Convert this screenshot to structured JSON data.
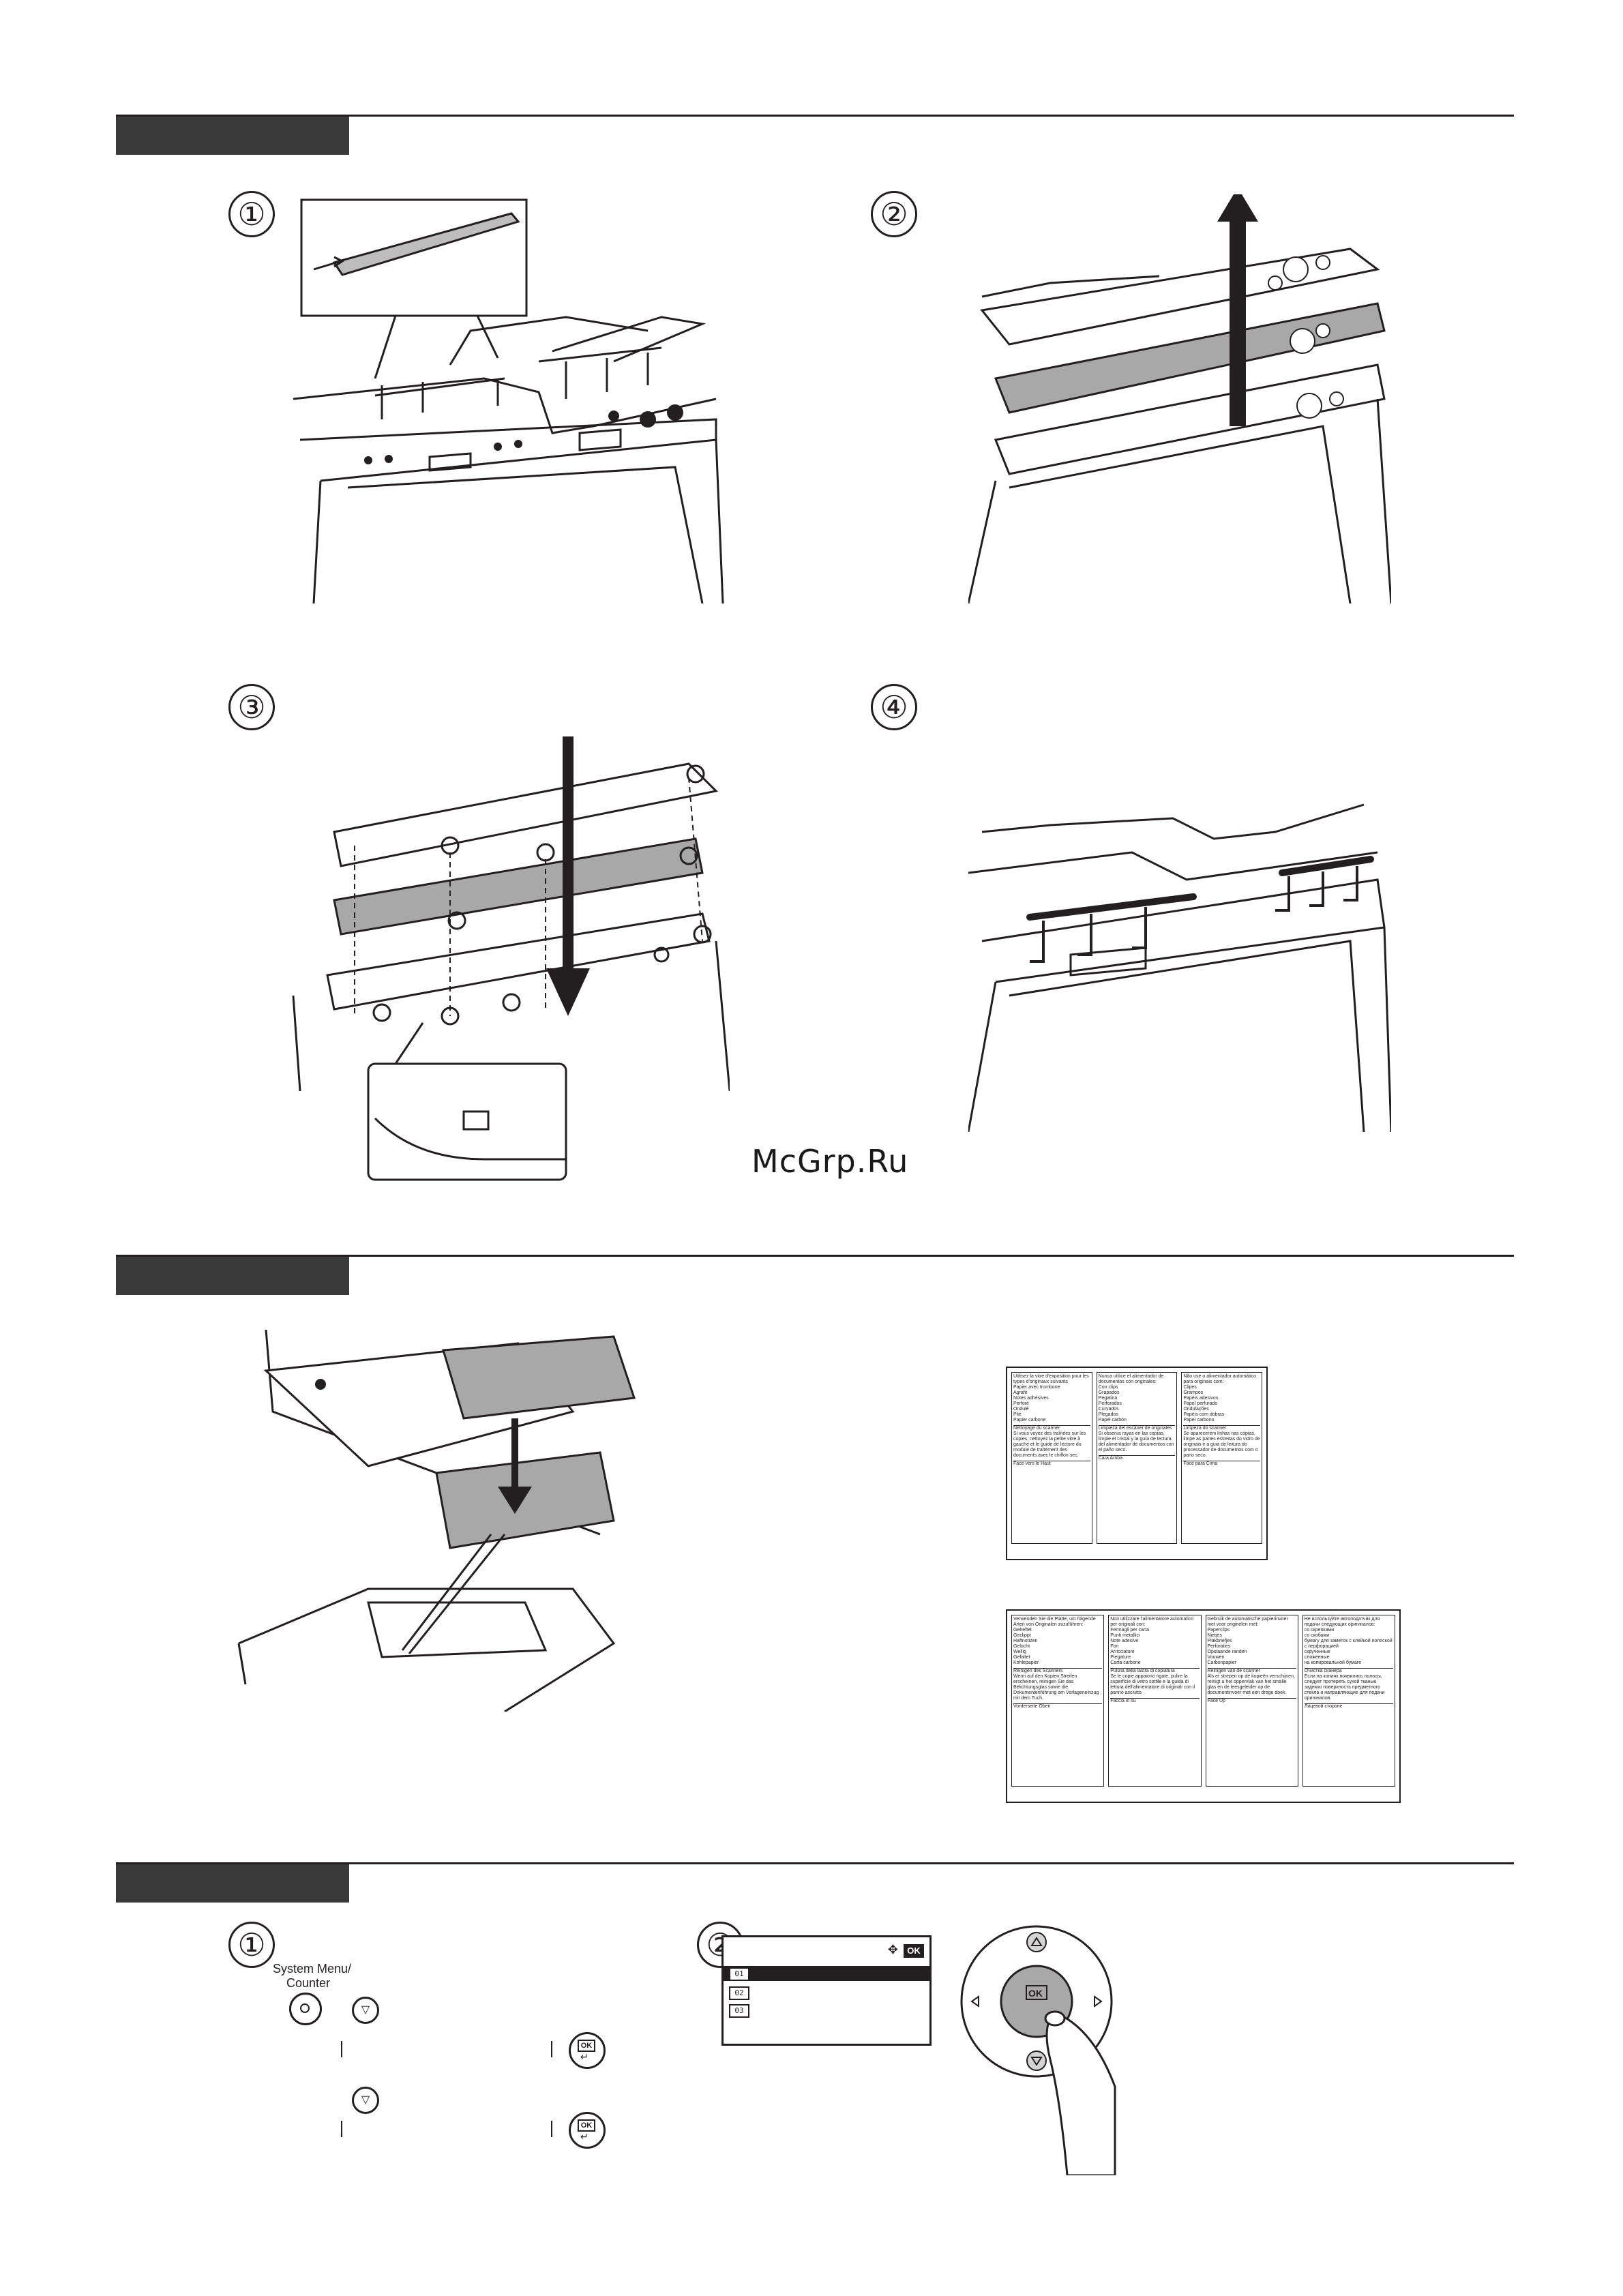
{
  "sections": [
    {
      "id": "s1"
    },
    {
      "id": "s2"
    },
    {
      "id": "s3"
    }
  ],
  "steps": {
    "s1_1": "①",
    "s1_2": "②",
    "s1_3": "③",
    "s1_4": "④",
    "s3_1": "①",
    "s3_2": "②"
  },
  "watermark": "McGrp.Ru",
  "panel": {
    "system_menu_label": "System Menu/",
    "counter_label": "Counter",
    "ok_label": "OK"
  },
  "lcd": {
    "items": [
      "01",
      "02",
      "03"
    ],
    "ok": "OK"
  },
  "cards": {
    "card1": {
      "columns": [
        {
          "a_text": "Utilisez la vitre d'exposition pour les types d'originaux suivants",
          "list": [
            "Papier avec trombone",
            "Agrafé",
            "Notes adhésives",
            "Perforé",
            "Ondulé",
            "Plié",
            "Papier carbone"
          ],
          "b_title": "Nettoyage du scanner",
          "b_text": "Si vous voyez des traînées sur les copies, nettoyez la petite vitre à gauche et le guide de lecture du module de traitement des documents avec le chiffon sec.",
          "c_text": "Face vers le Haut"
        },
        {
          "a_text": "Nunca utilice el alimentador de documentos con originales:",
          "list": [
            "Con clips",
            "Grapados",
            "Pegatina",
            "Perforados",
            "Curvados",
            "Plegados",
            "Papel carbón"
          ],
          "b_title": "Limpieza del escáner de originales",
          "b_text": "Si observa rayas en las copias, limpie el cristal y la guía de lectura del alimentador de documentos con el paño seco.",
          "c_text": "Cara Arriba"
        },
        {
          "a_text": "Não use o alimentador automático para originais com:",
          "list": [
            "Clipes",
            "Grampos",
            "Papéis adesivos",
            "Papel perfurado",
            "Ondulações",
            "Papéis com dobras",
            "Papel carbono"
          ],
          "b_title": "Limpeza do scanner",
          "b_text": "Se aparecerem linhas nas cópias, limpe as partes estreitas do vidro de originais e a guia de leitura do processador de documentos com o pano seco.",
          "c_text": "Face para Cima"
        }
      ]
    },
    "card2": {
      "columns": [
        {
          "a_text": "Verwenden Sie die Platte, um folgende Arten von Originalen zuzuführen:",
          "list": [
            "Geheftet",
            "Geclippt",
            "Haftnotizen",
            "Gelocht",
            "Wellig",
            "Gefaltet",
            "Kohlepapier"
          ],
          "b_title": "Reinigen des Scanners",
          "b_text": "Wenn auf den Kopien Streifen erscheinen, reinigen Sie das Belichtungsglas sowie die Dokumentenführung am Vorlageneinzug mit dem Tuch.",
          "c_text": "Vorderseite Oben"
        },
        {
          "a_text": "Non utilizzare l'alimentatore automatico per originali con:",
          "list": [
            "Fermagli per carta",
            "Punti metallici",
            "Note adesive",
            "Fori",
            "Arricciature",
            "Piegature",
            "Carta carbone"
          ],
          "b_title": "Pulizia della lastra di copiatura",
          "b_text": "Se le copie appaiono rigate, pulire la superficie di vetro sottile e la guida di lettura dell'alimentatore di originali con il panno asciutto.",
          "c_text": "Faccia in su"
        },
        {
          "a_text": "Gebruik de automatische papierinvoer niet voor originelen met:",
          "list": [
            "Paperclips",
            "Nietjes",
            "Plakbriefjes",
            "Perforaties",
            "Opstaande randen",
            "Vouwen",
            "Carbonpapier"
          ],
          "b_title": "Reinigen van de scanner",
          "b_text": "Als er strepen op de kopieën verschijnen, reinigt u het oppervlak van het smalle glas en de leesgeleider op de documentinvoer met een droge doek.",
          "c_text": "Face Up"
        },
        {
          "a_text": "Не используйте автоподатчик для подачи следующих оригиналов:",
          "list": [
            "со скрепками",
            "со скобами",
            "бумагу для заметок с клейкой полоской",
            "с перфорацией",
            "скрученные",
            "сложенные",
            "на копировальной бумаге"
          ],
          "b_title": "Очистка сканера",
          "b_text": "Если на копиях появились полосы, следует протереть сухой тканью заднюю поверхность предметного стекла и направляющие для подачи оригиналов.",
          "c_text": "Лицевой стороне"
        }
      ]
    }
  },
  "colors": {
    "ink": "#231f20",
    "tab": "#3a3a3a",
    "gray_fill": "#a8a8a8",
    "light_gray": "#d4d4d4"
  }
}
